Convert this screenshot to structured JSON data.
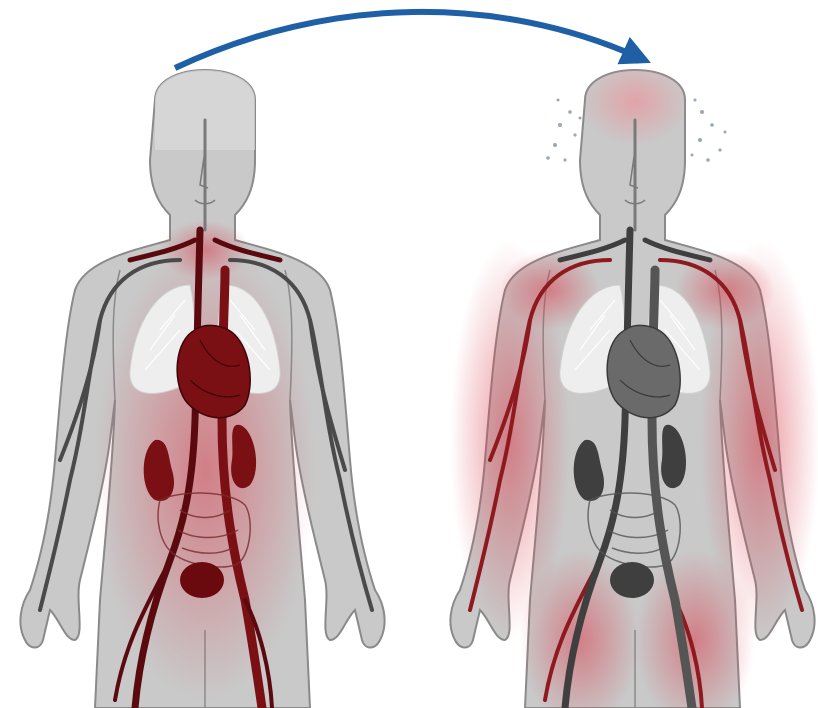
{
  "diagram": {
    "panels": [
      {
        "id": "left",
        "state": "core-perfused",
        "organs_color": "#7a0f14",
        "limbs_color": "#4a4a4a",
        "glow_color": "#d9414f"
      },
      {
        "id": "right",
        "state": "periphery-perfused",
        "organs_color": "#3f3f3f",
        "limbs_color": "#8e1a1f",
        "glow_color": "#d9414f"
      }
    ],
    "arrow": {
      "direction": "left-to-right",
      "color": "#1f5fa6"
    },
    "colors": {
      "body_fill": "#c9c9c9",
      "body_outline": "#8a8a8a",
      "head_fill": "#dcdcdc",
      "lung_fill": "#eeeeee",
      "vessel_dark": "#5a0a0e",
      "vessel_gray": "#4a4a4a",
      "sweat": "#9aa9b8"
    }
  }
}
